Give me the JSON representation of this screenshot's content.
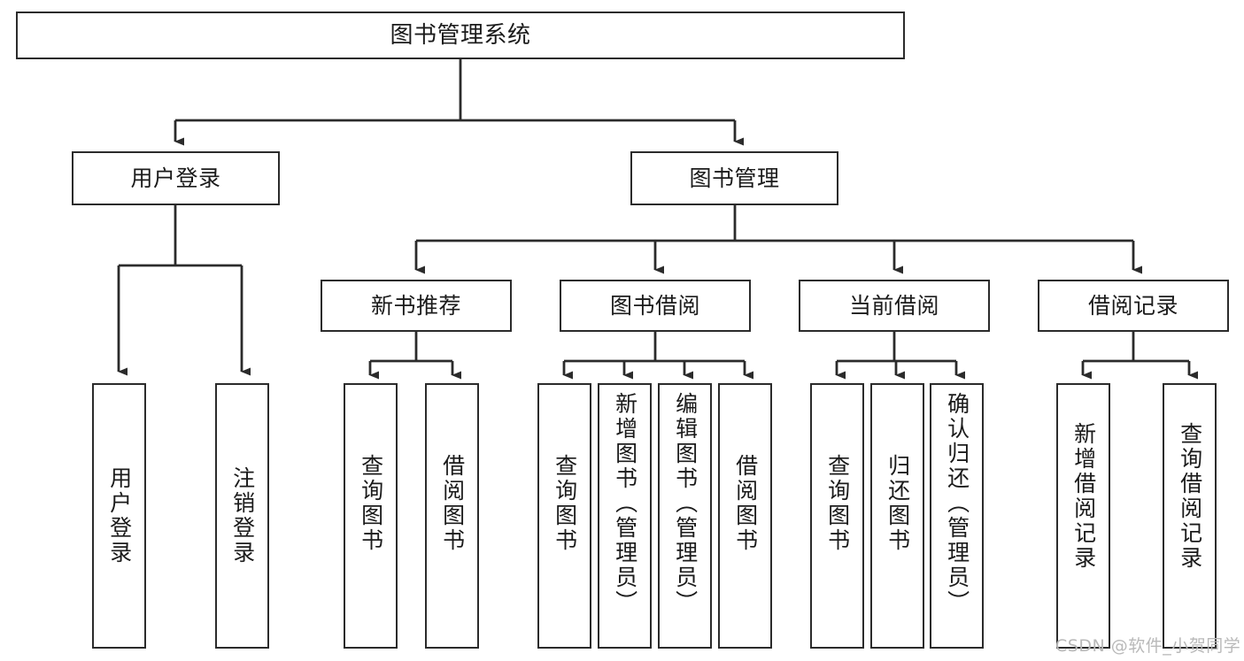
{
  "diagram": {
    "title": "图书管理系统",
    "type": "tree-hierarchy-chart",
    "root": {
      "id": "root",
      "label": "图书管理系统"
    },
    "level2": [
      {
        "id": "user-login",
        "label": "用户登录"
      },
      {
        "id": "book-management",
        "label": "图书管理"
      }
    ],
    "level3": [
      {
        "id": "new-book-recommend",
        "label": "新书推荐",
        "parent": "book-management"
      },
      {
        "id": "book-borrow",
        "label": "图书借阅",
        "parent": "book-management"
      },
      {
        "id": "current-borrow",
        "label": "当前借阅",
        "parent": "book-management"
      },
      {
        "id": "borrow-record",
        "label": "借阅记录",
        "parent": "book-management"
      }
    ],
    "leaves": [
      {
        "id": "leaf-user-login",
        "label": "用户登录",
        "parent": "user-login"
      },
      {
        "id": "leaf-logout-login",
        "label": "注销登录",
        "parent": "user-login"
      },
      {
        "id": "leaf-query-book-1",
        "label": "查询图书",
        "parent": "new-book-recommend"
      },
      {
        "id": "leaf-borrow-book-1",
        "label": "借阅图书",
        "parent": "new-book-recommend"
      },
      {
        "id": "leaf-query-book-2",
        "label": "查询图书",
        "parent": "book-borrow"
      },
      {
        "id": "leaf-add-book",
        "label": "新增图书（管理员）",
        "parent": "book-borrow"
      },
      {
        "id": "leaf-edit-book",
        "label": "编辑图书（管理员）",
        "parent": "book-borrow"
      },
      {
        "id": "leaf-borrow-book-2",
        "label": "借阅图书",
        "parent": "book-borrow"
      },
      {
        "id": "leaf-query-book-3",
        "label": "查询图书",
        "parent": "current-borrow"
      },
      {
        "id": "leaf-return-book",
        "label": "归还图书",
        "parent": "current-borrow"
      },
      {
        "id": "leaf-confirm-return",
        "label": "确认归还（管理员）",
        "parent": "current-borrow"
      },
      {
        "id": "leaf-add-record",
        "label": "新增借阅记录",
        "parent": "borrow-record"
      },
      {
        "id": "leaf-query-record",
        "label": "查询借阅记录",
        "parent": "borrow-record"
      }
    ],
    "watermark": "CSDN @软件_小贺同学",
    "colors": {
      "stroke": "#2b2b2b",
      "background": "#ffffff",
      "text": "#1b1b1b",
      "watermark": "#b9b9b9"
    }
  }
}
